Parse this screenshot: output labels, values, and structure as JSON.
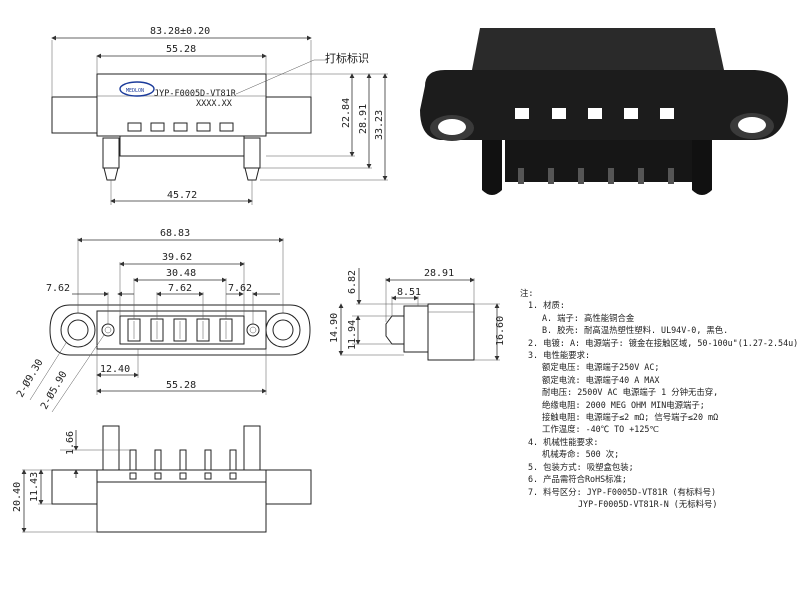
{
  "top_view": {
    "overall_width": "83.28±0.20",
    "body_width": "55.28",
    "pin_span": "45.72",
    "height_a": "22.84",
    "height_b": "28.91",
    "height_c": "33.23",
    "marking_callout": "打标标识",
    "brand": "MEDLON",
    "part_label": "JYP-F0005D-VT81R",
    "code_label": "XXXX.XX"
  },
  "front_view": {
    "overall_width": "68.83",
    "slot_span": "39.62",
    "inner_span": "30.48",
    "pitch": "7.62",
    "left_offset": "7.62",
    "right_offset": "7.62",
    "hole_large": "2-Ø9.30",
    "hole_small": "2-Ø5.90",
    "half_width": "12.40",
    "body_width": "55.28"
  },
  "side_view": {
    "total_depth": "28.91",
    "pin_depth": "8.51",
    "top_offset": "6.82",
    "height_outer": "14.90",
    "height_inner": "11.94",
    "height_right": "16.60"
  },
  "bottom_view": {
    "pin_length": "1.66",
    "height_total": "20.40",
    "height_body": "11.43"
  },
  "notes": {
    "title": "注:",
    "lines": [
      "1. 材质:",
      "A. 端子: 高性能铜合金",
      "B. 胶壳: 耐高温热塑性塑料. UL94V-0, 黑色.",
      "2. 电镀: A: 电源端子: 镀金在接触区域, 50-100u\"(1.27-2.54u) 镀底;",
      "3. 电性能要求:",
      "额定电压: 电源端子250V AC;",
      "额定电流: 电源端子40 A MAX",
      "耐电压: 2500V AC 电源端子 1 分钟无击穿,",
      "绝缘电阻: 2000 MEG OHM MIN电源端子;",
      "接触电阻: 电源端子≤2 mΩ; 信号端子≤20 mΩ",
      "工作温度: -40℃ TO +125℃",
      "4. 机械性能要求:",
      "机械寿命: 500 次;",
      "5. 包装方式: 吸塑盒包装;",
      "6. 产品需符合RoHS标准;",
      "7. 料号区分: JYP-F0005D-VT81R (有标料号)",
      "JYP-F0005D-VT81R-N (无标料号)"
    ]
  }
}
